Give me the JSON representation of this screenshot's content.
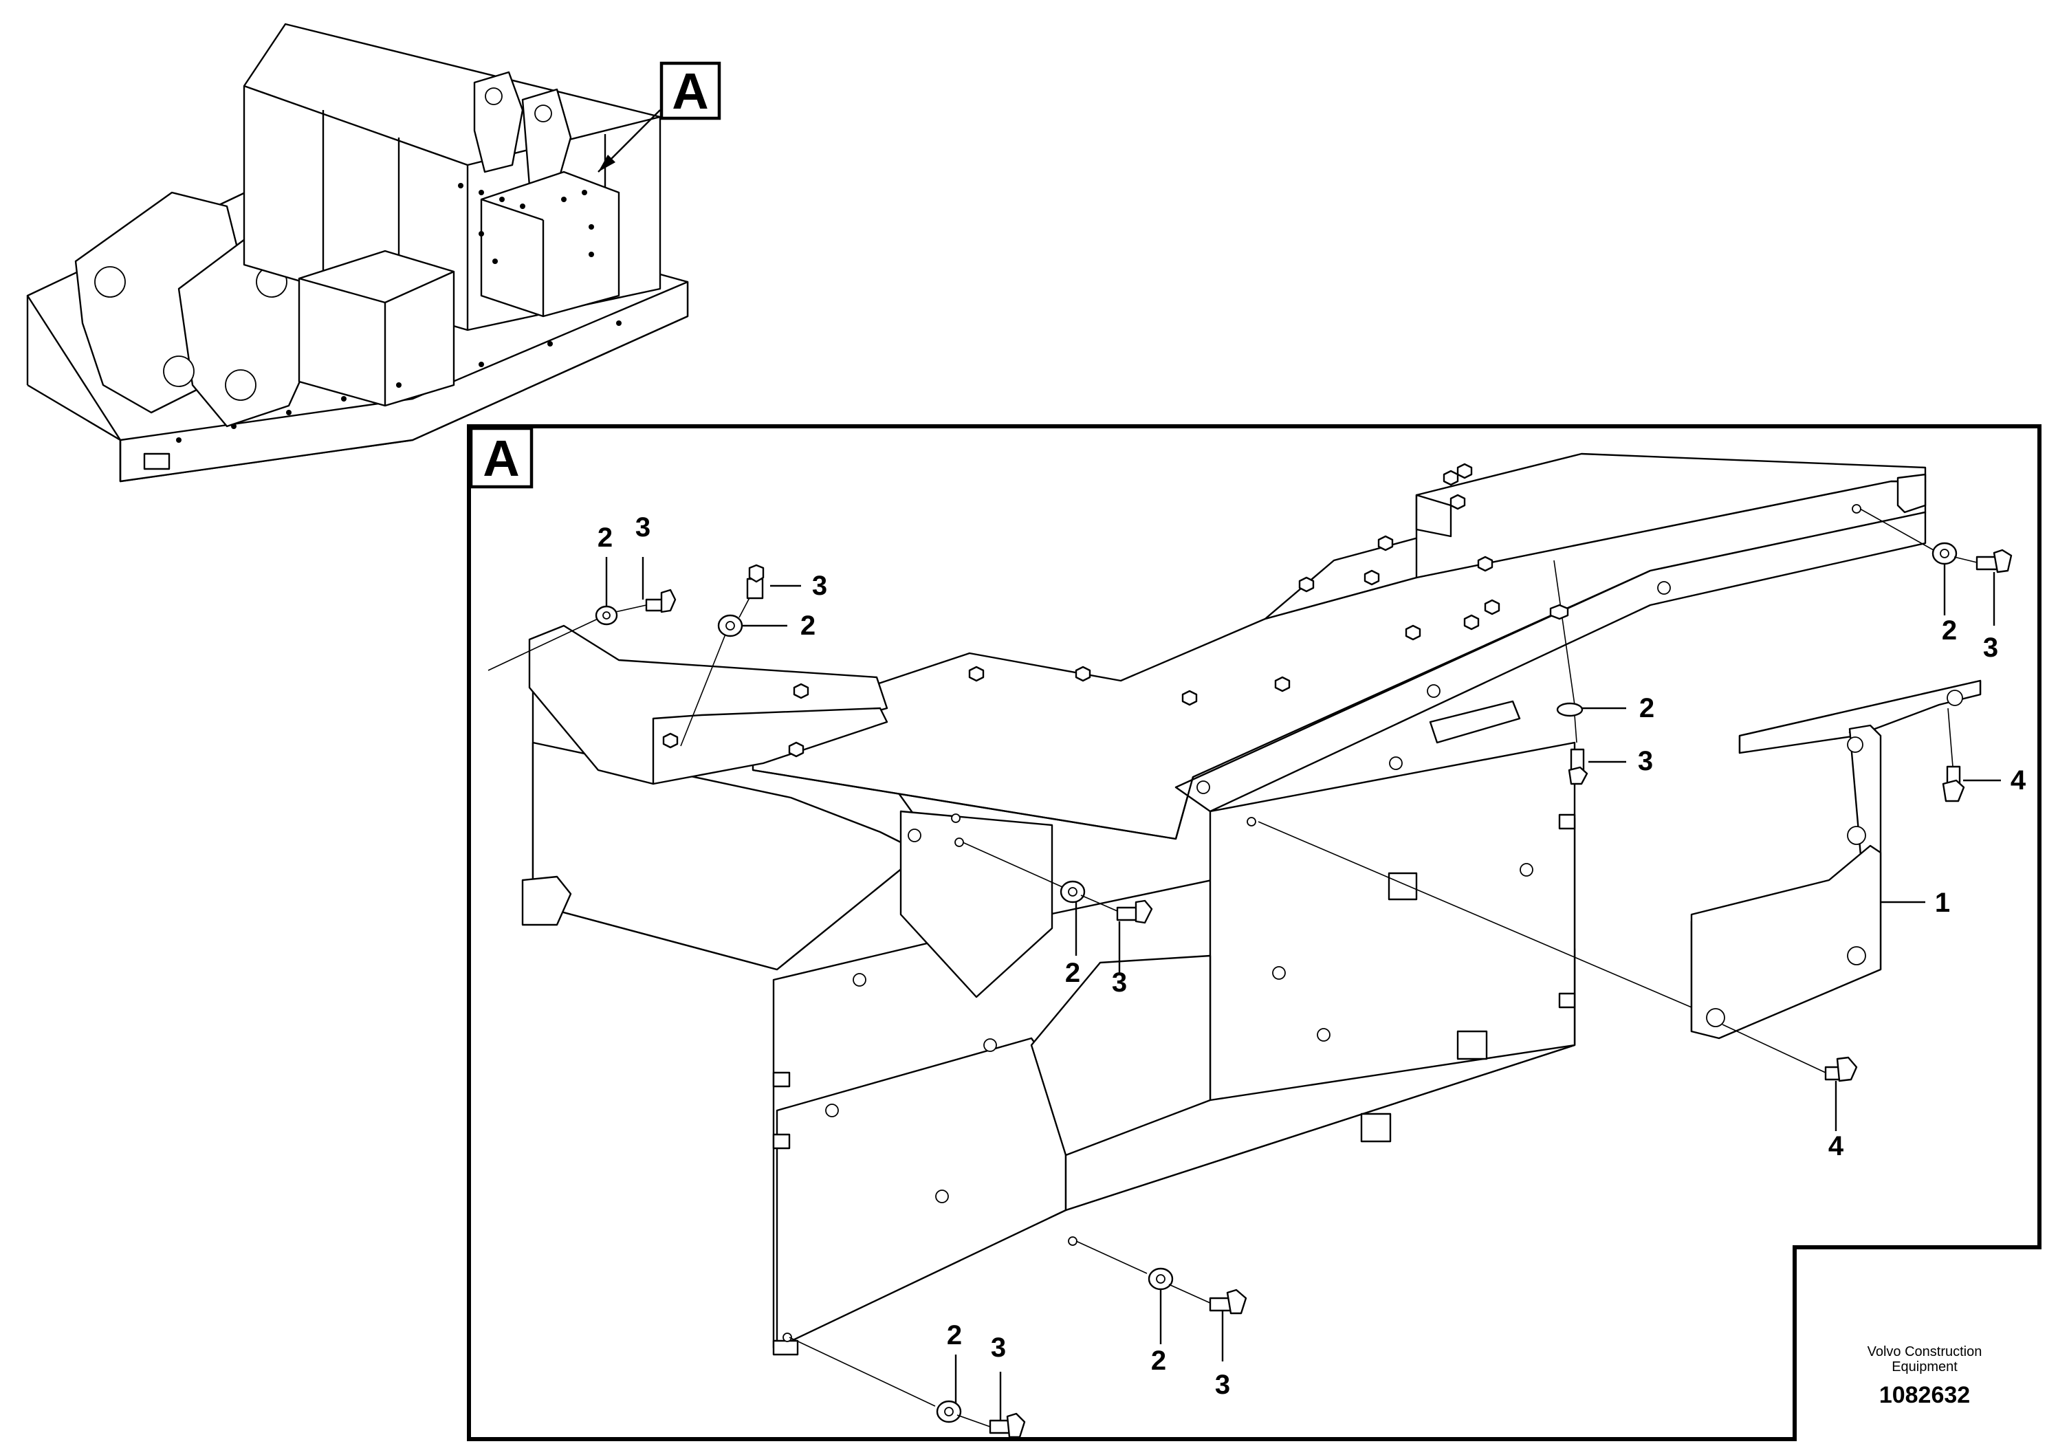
{
  "overview": {
    "section_marker": "A"
  },
  "detail": {
    "section_marker": "A"
  },
  "callouts": {
    "c1": "2",
    "c2": "3",
    "c3": "3",
    "c4": "2",
    "c5": "2",
    "c6": "3",
    "c7": "2",
    "c8": "3",
    "c9": "4",
    "c10": "1",
    "c11": "2",
    "c12": "3",
    "c13": "4",
    "c14": "2",
    "c15": "3",
    "c16": "2",
    "c17": "3"
  },
  "footer": {
    "manufacturer_line1": "Volvo Construction",
    "manufacturer_line2": "Equipment",
    "document_number": "1082632"
  }
}
